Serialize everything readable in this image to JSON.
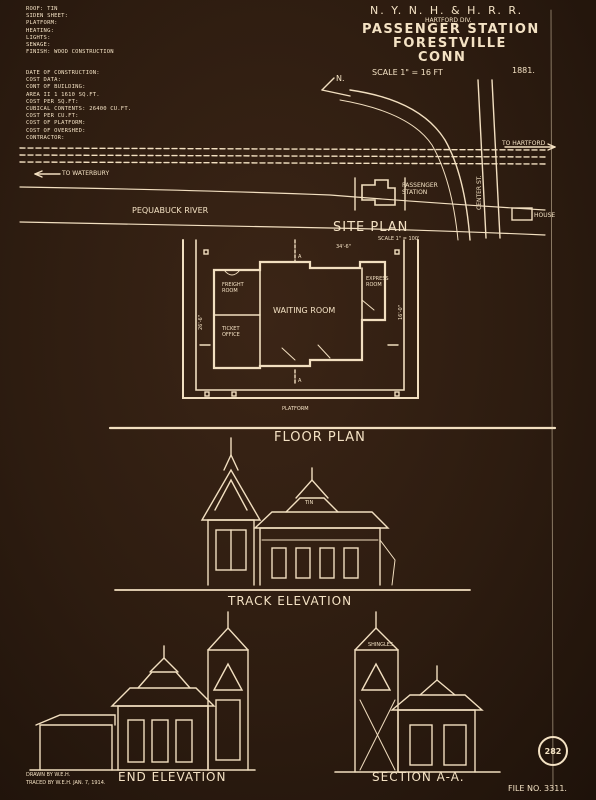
{
  "spec_block": {
    "lines": [
      "ROOF: TIN",
      "SIDEN SHEET:",
      "PLATFORM:",
      "HEATING:",
      "LIGHTS:",
      "SEWAGE:",
      "FINISH: WOOD CONSTRUCTION"
    ],
    "cost_lines": [
      "DATE OF CONSTRUCTION:",
      "COST DATA:",
      "   CONT OF BUILDING:",
      "   AREA II        1    1610 SQ.FT.",
      "   COST PER SQ.FT:",
      "   CUBICAL CONTENTS: 26400 CU.FT.",
      "   COST PER CU.FT:",
      "   COST OF PLATFORM:",
      "   COST OF OVERSHED:",
      "   CONTRACTOR:"
    ]
  },
  "title_block": {
    "railroad": "N. Y. N. H. & H. R. R.",
    "division": "HARTFORD DIV.",
    "line1": "PASSENGER STATION",
    "line2": "FORESTVILLE",
    "line3": "CONN",
    "scale": "SCALE 1\" = 16 FT",
    "year": "1881."
  },
  "site_plan": {
    "north": "N.",
    "to_hartford": "TO HARTFORD",
    "to_waterbury": "TO WATERBURY",
    "river": "PEQUABUCK RIVER",
    "station": "PASSENGER STATION",
    "street": "CENTER ST.",
    "house": "HOUSE",
    "title": "SITE PLAN",
    "scale": "SCALE 1\" = 100'"
  },
  "floor_plan": {
    "waiting_room": "WAITING ROOM",
    "freight_room": "FREIGHT ROOM",
    "ticket_office": "TICKET OFFICE",
    "express_room": "EXPRESS ROOM",
    "platform": "PLATFORM",
    "dim_top": "34'-6\"",
    "dim_left": "26'-6\"",
    "dim_right": "16'-0\"",
    "section_mark_top": "A",
    "section_mark_bottom": "A",
    "title": "FLOOR PLAN"
  },
  "elevations": {
    "track": "TRACK ELEVATION",
    "end": "END ELEVATION",
    "section": "SECTION A-A.",
    "roof_note": "TIN",
    "shingles": "SHINGLES"
  },
  "footer": {
    "drawn_by": "DRAWN BY W.E.H.",
    "traced_by": "TRACED BY W.E.H.   JAN. 7, 1914.",
    "file_no": "FILE NO. 3311.",
    "badge": "282"
  }
}
